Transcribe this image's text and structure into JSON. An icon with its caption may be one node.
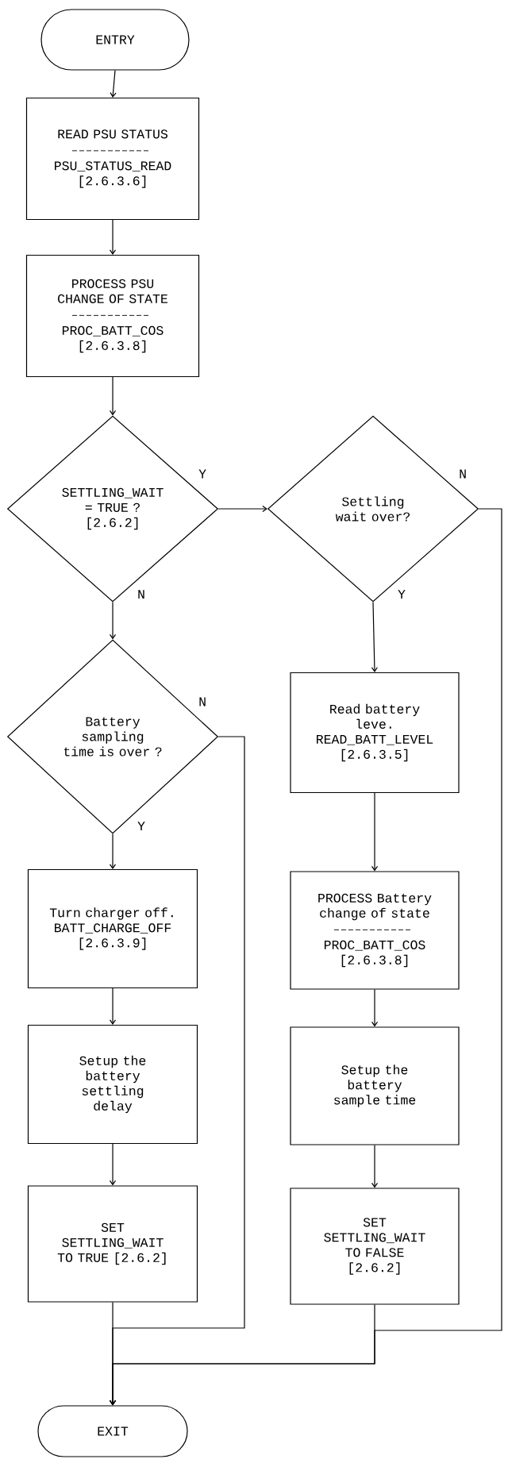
{
  "diagram": {
    "nodes": [
      {
        "text": [
          "ENTRY"
        ]
      },
      {
        "text": [
          "READ PSU STATUS",
          "PSU_STATUS_READ [2.6.3.6]"
        ]
      },
      {
        "text": [
          "PROCESS PSU CHANGE OF STATE",
          "PROC_BATT_COS [2.6.3.8]"
        ]
      },
      {
        "text": [
          "SETTLING_WAIT = TRUE ? [2.6.2]"
        ]
      },
      {
        "text": [
          "Settling wait over?"
        ]
      },
      {
        "text": [
          "Battery sampling time is over ?"
        ]
      },
      {
        "text": [
          "Read battery leve. READ_BATT_LEVEL [2.6.3.5]"
        ]
      },
      {
        "text": [
          "Turn charger off. BATT_CHARGE_OFF [2.6.3.9]"
        ]
      },
      {
        "text": [
          "PROCESS Battery change of state",
          "PROC_BATT_COS [2.6.3.8]"
        ]
      },
      {
        "text": [
          "Setup the battery settling delay"
        ]
      },
      {
        "text": [
          "Setup the battery sample time"
        ]
      },
      {
        "text": [
          "SET SETTLING_WAIT TO TRUE [2.6.2]"
        ]
      },
      {
        "text": [
          "SET SETTLING_WAIT TO FALSE [2.6.2]"
        ]
      },
      {
        "text": [
          "EXIT"
        ]
      }
    ],
    "edges": [
      {
        "from": 0,
        "to": 1,
        "arrow": "to"
      },
      {
        "from": 1,
        "to": 2,
        "arrow": "to"
      },
      {
        "from": 2,
        "to": 3,
        "arrow": "to"
      },
      {
        "from": 3,
        "to": 4,
        "arrow": "to",
        "label": "Y"
      },
      {
        "from": 3,
        "to": 5,
        "arrow": "to",
        "label": "N"
      },
      {
        "from": 4,
        "to": 6,
        "arrow": "to",
        "label": "Y"
      },
      {
        "from": 4,
        "to": 13,
        "arrow": "to",
        "label": "N"
      },
      {
        "from": 5,
        "to": 7,
        "arrow": "to",
        "label": "Y"
      },
      {
        "from": 5,
        "to": 13,
        "arrow": "to",
        "label": "N"
      },
      {
        "from": 6,
        "to": 8,
        "arrow": "to"
      },
      {
        "from": 8,
        "to": 10,
        "arrow": "to"
      },
      {
        "from": 7,
        "to": 9,
        "arrow": "to"
      },
      {
        "from": 9,
        "to": 11,
        "arrow": "to"
      },
      {
        "from": 10,
        "to": 12,
        "arrow": "to"
      },
      {
        "from": 11,
        "to": 13,
        "arrow": "to"
      },
      {
        "from": 12,
        "to": 13,
        "arrow": "to"
      }
    ]
  }
}
